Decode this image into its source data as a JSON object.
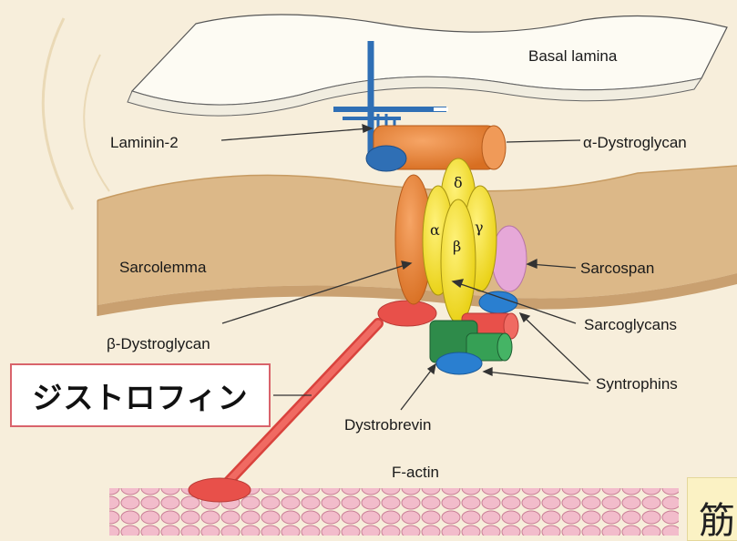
{
  "labels": {
    "basal_lamina": "Basal lamina",
    "laminin": "Laminin-2",
    "alpha_dystroglycan": "α-Dystroglycan",
    "sarcolemma": "Sarcolemma",
    "sarcospan": "Sarcospan",
    "beta_dystroglycan": "β-Dystroglycan",
    "sarcoglycans": "Sarcoglycans",
    "syntrophins": "Syntrophins",
    "dystrobrevin": "Dystrobrevin",
    "f_actin": "F-actin"
  },
  "sarcoglycan_subunits": {
    "delta": "δ",
    "alpha": "α",
    "gamma": "γ",
    "beta": "β"
  },
  "callout": {
    "dystrophin_jp": "ジストロフィン",
    "corner_text": "筋"
  },
  "colors": {
    "background": "#f7eedb",
    "membrane": "#dcb888",
    "dystroglycan": "#e8843a",
    "laminin": "#2f6fb5",
    "sarcoglycan": "#f2e11e",
    "sarcospan": "#e6a8d8",
    "syntrophin": "#2a7fd0",
    "dystrobrevin": "#2e8b4a",
    "dystrophin": "#e8504a",
    "actin": "#f0b8c8",
    "callout_border": "#d9636b"
  }
}
